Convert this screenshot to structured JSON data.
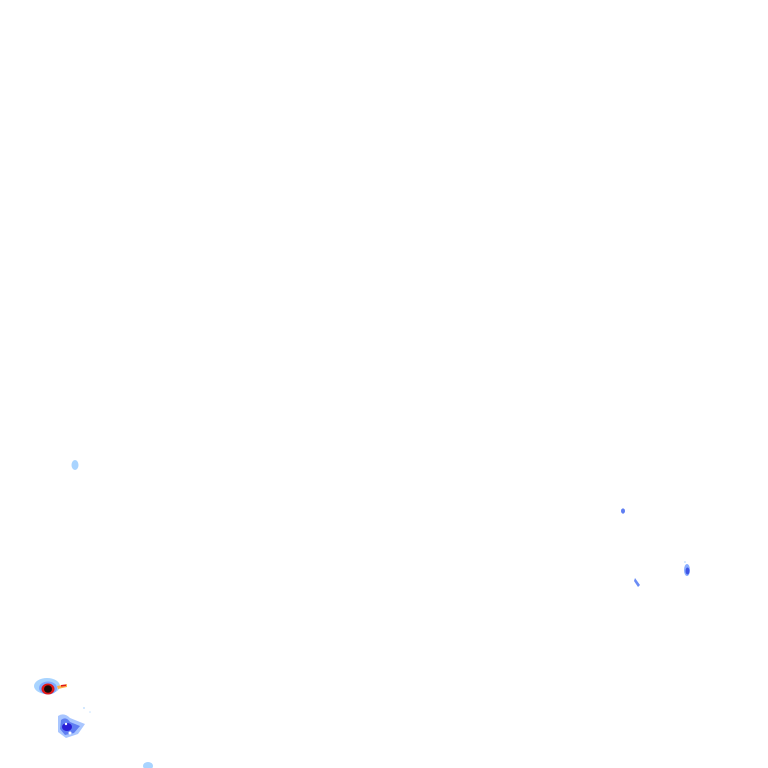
{
  "map": {
    "type": "precipitation-radar-tile",
    "background": "#ffffff",
    "legend_colors": {
      "light": "#a9d4ff",
      "moderate": "#7fa8ff",
      "heavy": "#3f55e6",
      "intense": "#2a1fd6",
      "extreme": "#e01818",
      "core": "#1a0a0a"
    },
    "cells": [
      {
        "id": "cell-upper-left",
        "intensity": "light"
      },
      {
        "id": "cell-right-small",
        "intensity": "heavy"
      },
      {
        "id": "cell-right-streak",
        "intensity": "moderate"
      },
      {
        "id": "cell-right-cluster",
        "intensity": "heavy"
      },
      {
        "id": "cell-lower-left-storm",
        "intensity": "extreme"
      },
      {
        "id": "cell-lower-left-band",
        "intensity": "intense"
      },
      {
        "id": "cell-bottom-edge",
        "intensity": "light"
      }
    ]
  }
}
